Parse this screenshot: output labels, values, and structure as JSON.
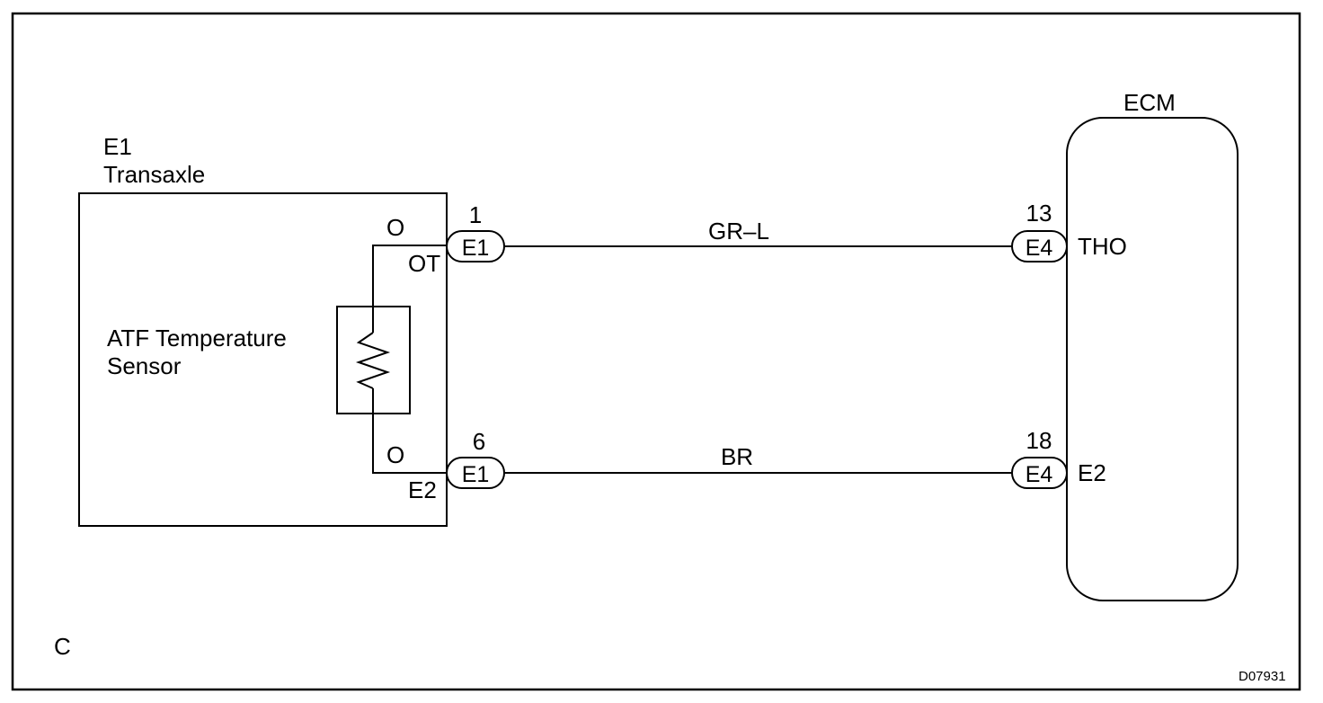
{
  "component_left": {
    "id": "E1",
    "name": "Transaxle",
    "sensor_name_line1": "ATF Temperature",
    "sensor_name_line2": "Sensor",
    "wire_color_top": "O",
    "wire_color_bottom": "O",
    "terminal_top": "OT",
    "terminal_bottom": "E2"
  },
  "component_right": {
    "name": "ECM",
    "terminal_top": "THO",
    "terminal_bottom": "E2"
  },
  "circuits": [
    {
      "from_connector": "E1",
      "from_pin": "1",
      "wire_color": "GR–L",
      "to_connector": "E4",
      "to_pin": "13"
    },
    {
      "from_connector": "E1",
      "from_pin": "6",
      "wire_color": "BR",
      "to_connector": "E4",
      "to_pin": "18"
    }
  ],
  "corner_letter": "C",
  "figure_code": "D07931"
}
